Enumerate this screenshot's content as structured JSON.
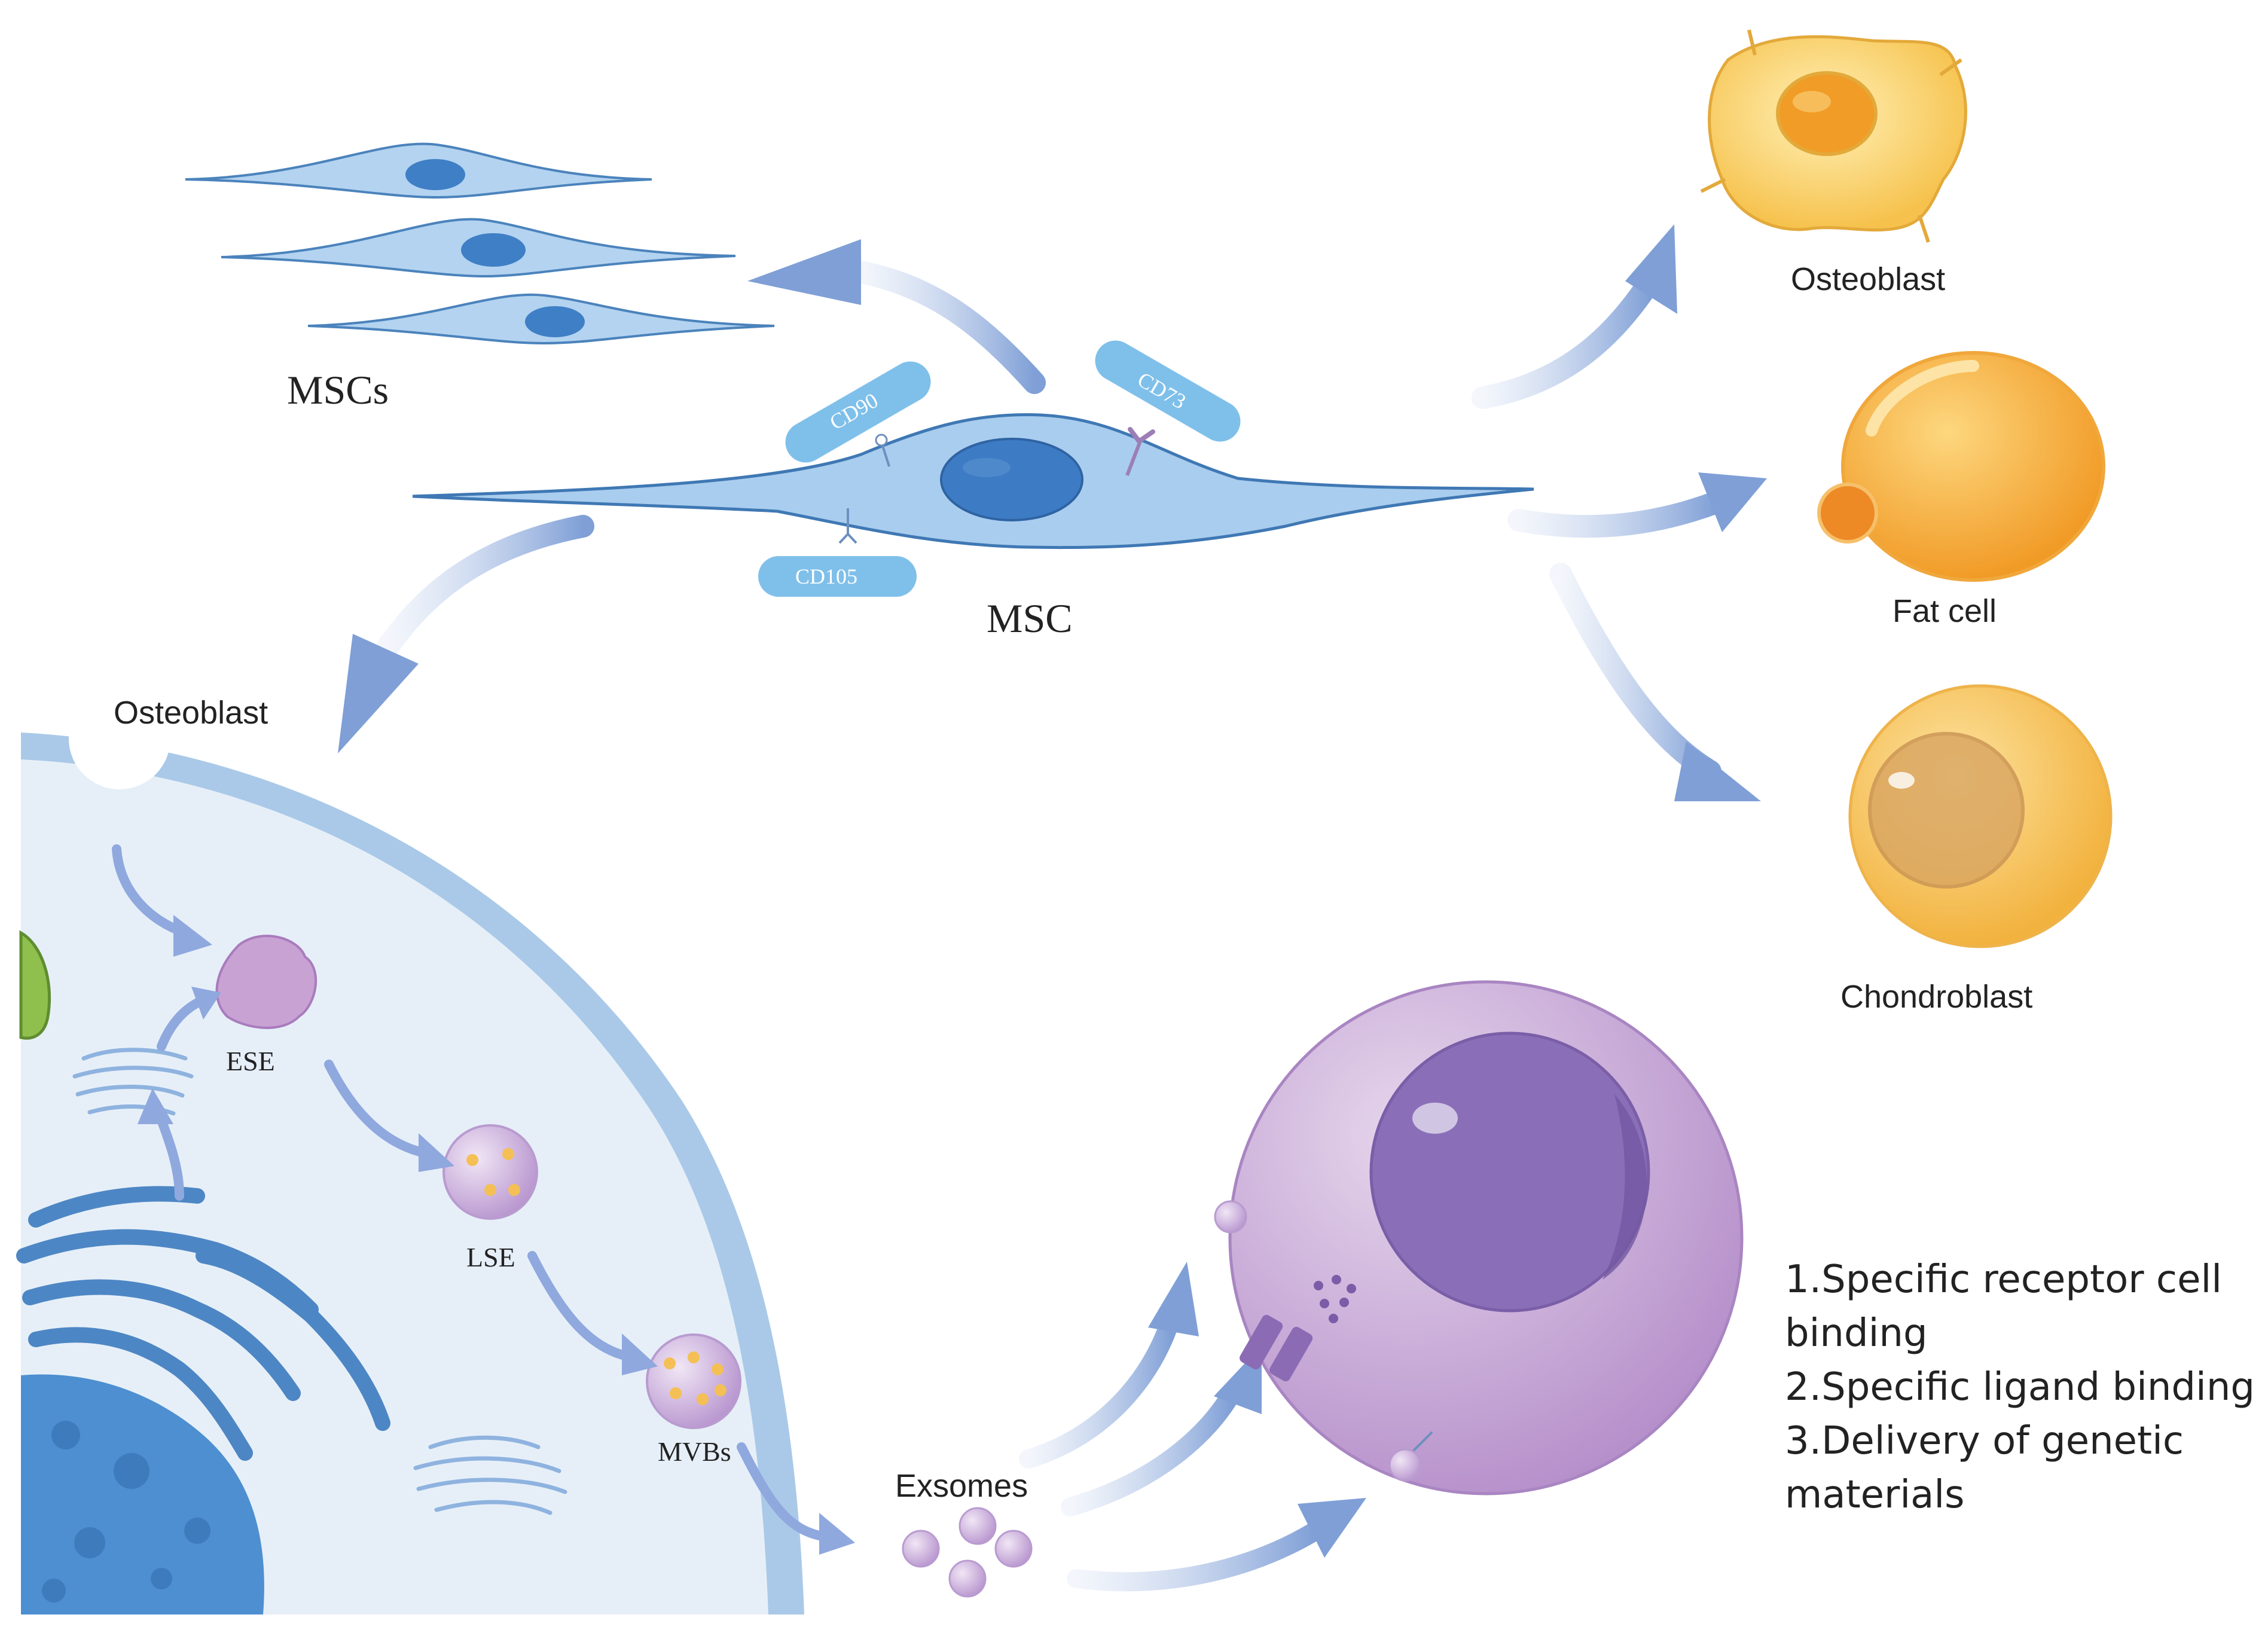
{
  "labels": {
    "mscs": "MSCs",
    "msc": "MSC",
    "osteoblast_top": "Osteoblast",
    "fat_cell": "Fat cell",
    "chondroblast": "Chondroblast",
    "osteoblast_bottom": "Osteoblast",
    "ese": "ESE",
    "lse": "LSE",
    "mvbs": "MVBs",
    "exosomes": "Exsomes"
  },
  "markers": {
    "cd90": "CD90",
    "cd73": "CD73",
    "cd105": "CD105"
  },
  "notes": [
    "1.Specific receptor cell binding",
    "2.Specific ligand binding",
    "3.Delivery of genetic materials"
  ],
  "colors": {
    "msc_body": "#a9cdee",
    "msc_outline": "#3f78b4",
    "msc_nucleus": "#3d7cc4",
    "marker": "#7fc0ea",
    "arrow": "#7f9fd6",
    "osteoblast_cell": "#fbd56d",
    "fat_cell": "#f9b23b",
    "chondroblast": "#f7c356",
    "osteoblast_interior": "#e6eff8",
    "osteoblast_membrane": "#a9cbe8",
    "vesicle": "#c6a7d7",
    "target_cell": "#c3a3d2",
    "target_nucleus": "#8a6fb8",
    "golgi": "#4d86c4",
    "cell_nucleus": "#4d8fd0"
  }
}
